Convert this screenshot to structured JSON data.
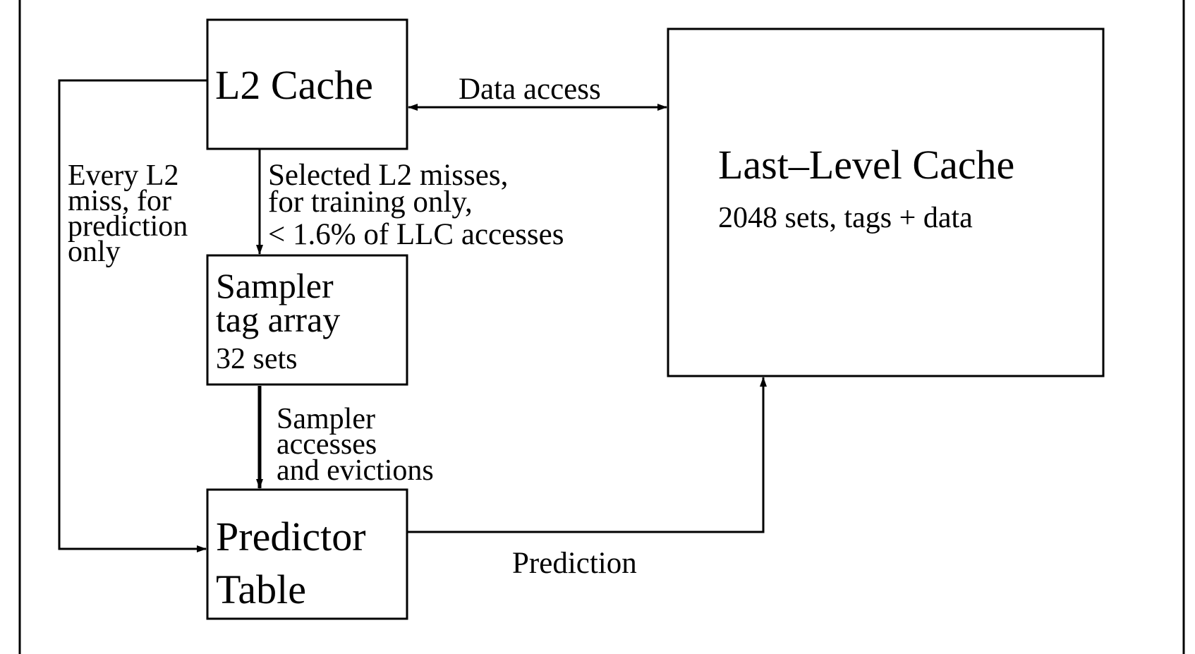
{
  "boxes": {
    "l2_cache": {
      "title": "L2 Cache"
    },
    "sampler": {
      "line1": "Sampler",
      "line2": "tag array",
      "sub": "32 sets"
    },
    "predictor": {
      "line1": "Predictor",
      "line2": "Table"
    },
    "llc": {
      "title": "Last–Level Cache",
      "sub": "2048 sets, tags + data"
    }
  },
  "labels": {
    "data_access": "Data access",
    "selected": [
      "Selected L2 misses,",
      "for training only,",
      "< 1.6% of LLC accesses"
    ],
    "every": [
      "Every L2",
      "miss, for",
      "prediction",
      "only"
    ],
    "sampler_accesses": [
      "Sampler",
      "accesses",
      "and evictions"
    ],
    "prediction": "Prediction"
  },
  "colors": {
    "stroke": "#000000",
    "background": "#ffffff"
  }
}
